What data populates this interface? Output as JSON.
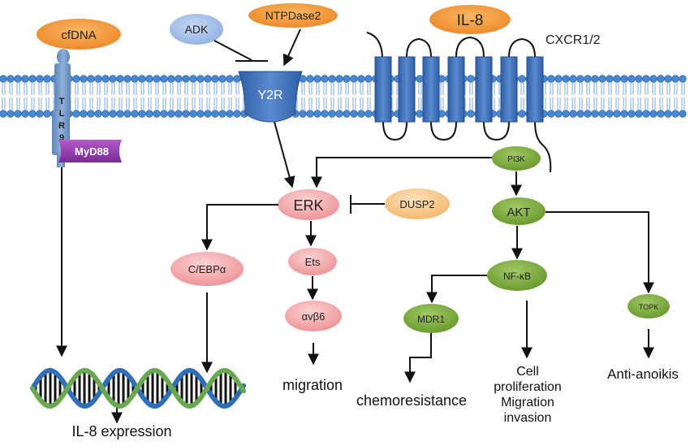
{
  "nodes": {
    "cfdna": "cfDNA",
    "adk": "ADK",
    "ntpdase2": "NTPDase2",
    "il8": "IL-8",
    "cxcr": "CXCR1/2",
    "y2r": "Y2R",
    "tlr9_letters": [
      "T",
      "L",
      "R",
      "9"
    ],
    "myd88": "MyD88",
    "pi3k": "PI3K",
    "erk": "ERK",
    "dusp2": "DUSP2",
    "akt": "AKT",
    "cebpa": "C/EBPα",
    "ets": "Ets",
    "nfkb": "NF-κB",
    "avb6": "αvβ6",
    "mdr1": "MDR1",
    "topk": "TOPK"
  },
  "outcomes": {
    "migration": "migration",
    "chemoresistance": "chemoresistance",
    "cell_line1": "Cell",
    "cell_line2": "proliferation",
    "cell_line3": "Migration",
    "cell_line4": "invasion",
    "anti_anoikis": "Anti-anoikis",
    "il8_expression": "IL-8 expression"
  },
  "colors": {
    "ligand_orange": "#f39a3c",
    "adk_blue": "#a8c4ea",
    "receptor_blue": "#3f6fb6",
    "membrane_blue": "#4a86d0",
    "myd88_purple": "#9b3fb2",
    "erk_pink": "#f3a9ab",
    "dusp2_peach": "#f7c890",
    "akt_green": "#7aab3c"
  },
  "icons": {
    "membrane": "lipid-bilayer",
    "dna": "double-helix"
  }
}
